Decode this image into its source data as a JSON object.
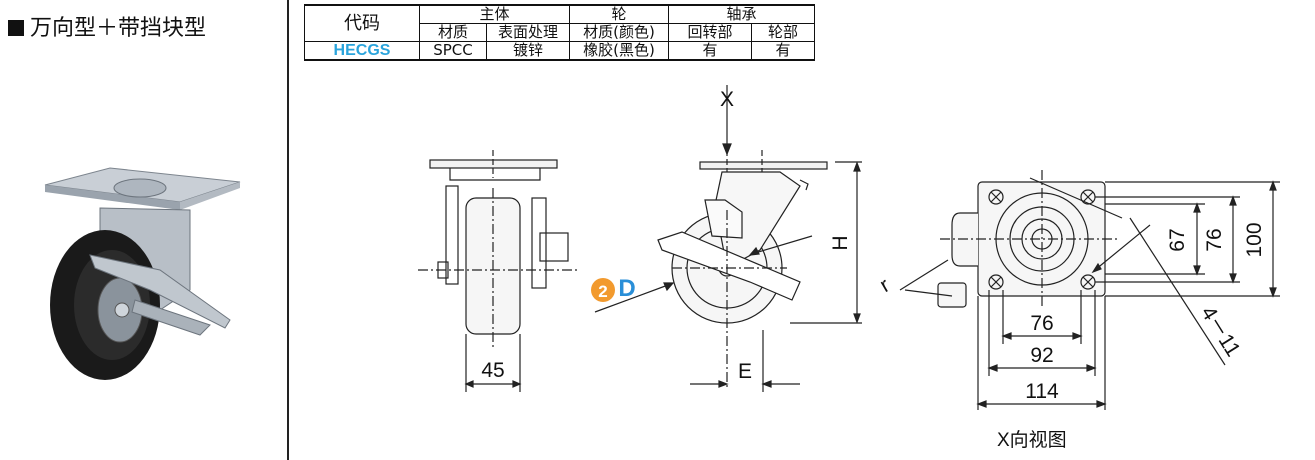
{
  "left": {
    "title": "万向型＋带挡块型"
  },
  "table": {
    "header_code": "代码",
    "group_body": "主体",
    "group_wheel": "轮",
    "group_bearing": "轴承",
    "sub_material": "材质",
    "sub_surface": "表面处理",
    "sub_wheel_material": "材质(颜色)",
    "sub_swivel": "回转部",
    "sub_wheel_part": "轮部",
    "row_code": "HECGS",
    "row_material": "SPCC",
    "row_surface": "镀锌",
    "row_wheel_material": "橡胶(黑色)",
    "row_swivel": "有",
    "row_wheel_part": "有"
  },
  "drawing": {
    "view_arrow_label": "X",
    "dim_45": "45",
    "dim_E": "E",
    "dim_H": "H",
    "dim_r": "r",
    "badge_number": "2",
    "badge_letter": "D",
    "dim_67": "67",
    "dim_76_v": "76",
    "dim_100": "100",
    "dim_76_h": "76",
    "dim_92": "92",
    "dim_114": "114",
    "dim_holes": "4－11",
    "caption": "X向视图"
  },
  "colors": {
    "code_blue": "#2aa4dc",
    "badge_orange": "#f29a2e",
    "badge_blue": "#2a8fd8",
    "line": "#222222"
  }
}
